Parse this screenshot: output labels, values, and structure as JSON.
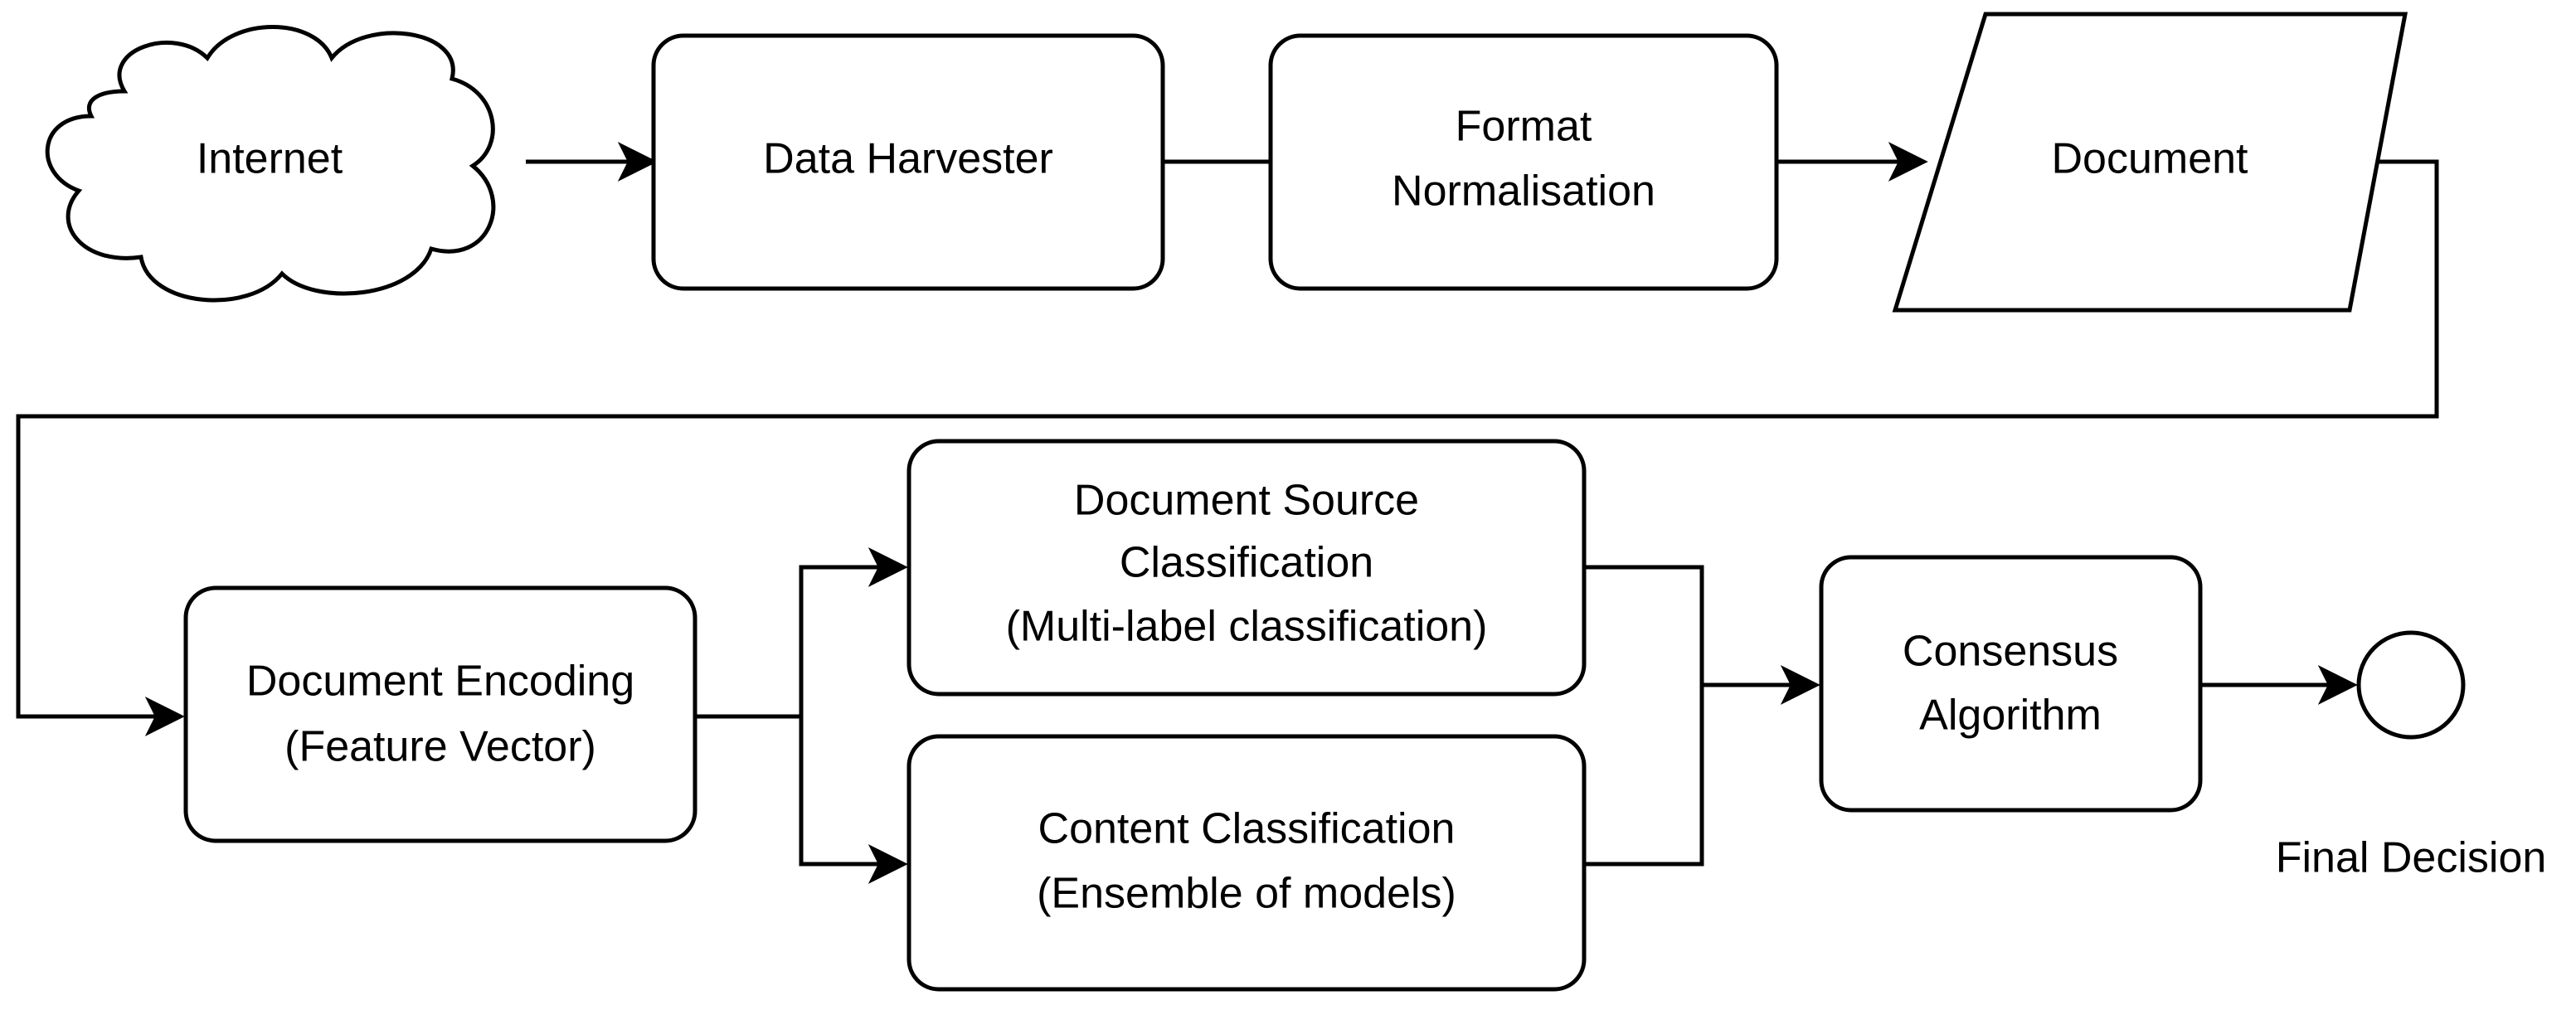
{
  "diagram": {
    "nodes": {
      "internet": {
        "label": "Internet"
      },
      "data_harvester": {
        "label": "Data Harvester"
      },
      "format_normalisation": {
        "label_line1": "Format",
        "label_line2": "Normalisation"
      },
      "document": {
        "label": "Document"
      },
      "document_encoding": {
        "label_line1": "Document Encoding",
        "label_line2": "(Feature Vector)"
      },
      "document_source_classification": {
        "label_line1": "Document Source",
        "label_line2": "Classification",
        "label_line3": "(Multi-label classification)"
      },
      "content_classification": {
        "label_line1": "Content Classification",
        "label_line2": "(Ensemble of models)"
      },
      "consensus_algorithm": {
        "label_line1": "Consensus",
        "label_line2": "Algorithm"
      },
      "final_decision": {
        "label": "Final Decision"
      }
    }
  }
}
